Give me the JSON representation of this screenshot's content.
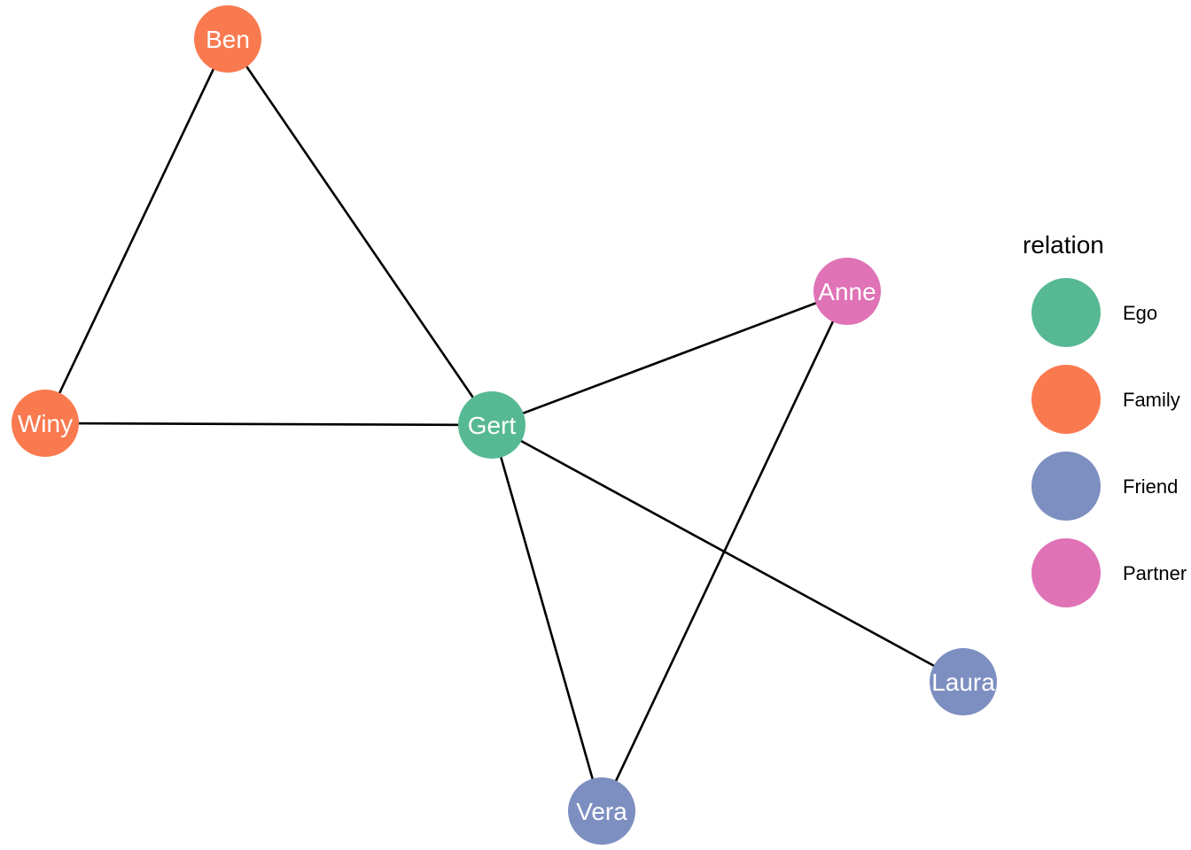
{
  "network": {
    "nodes": [
      {
        "id": "Gert",
        "label": "Gert",
        "relation": "Ego"
      },
      {
        "id": "Ben",
        "label": "Ben",
        "relation": "Family"
      },
      {
        "id": "Winy",
        "label": "Winy",
        "relation": "Family"
      },
      {
        "id": "Anne",
        "label": "Anne",
        "relation": "Partner"
      },
      {
        "id": "Laura",
        "label": "Laura",
        "relation": "Friend"
      },
      {
        "id": "Vera",
        "label": "Vera",
        "relation": "Friend"
      }
    ],
    "edges": [
      {
        "source": "Ben",
        "target": "Winy"
      },
      {
        "source": "Ben",
        "target": "Gert"
      },
      {
        "source": "Winy",
        "target": "Gert"
      },
      {
        "source": "Gert",
        "target": "Anne"
      },
      {
        "source": "Gert",
        "target": "Laura"
      },
      {
        "source": "Gert",
        "target": "Vera"
      },
      {
        "source": "Anne",
        "target": "Vera"
      }
    ]
  },
  "legend": {
    "title": "relation",
    "items": [
      {
        "label": "Ego",
        "color": "#57B994"
      },
      {
        "label": "Family",
        "color": "#FA7A50"
      },
      {
        "label": "Friend",
        "color": "#7D8FC0"
      },
      {
        "label": "Partner",
        "color": "#E072B6"
      }
    ]
  }
}
